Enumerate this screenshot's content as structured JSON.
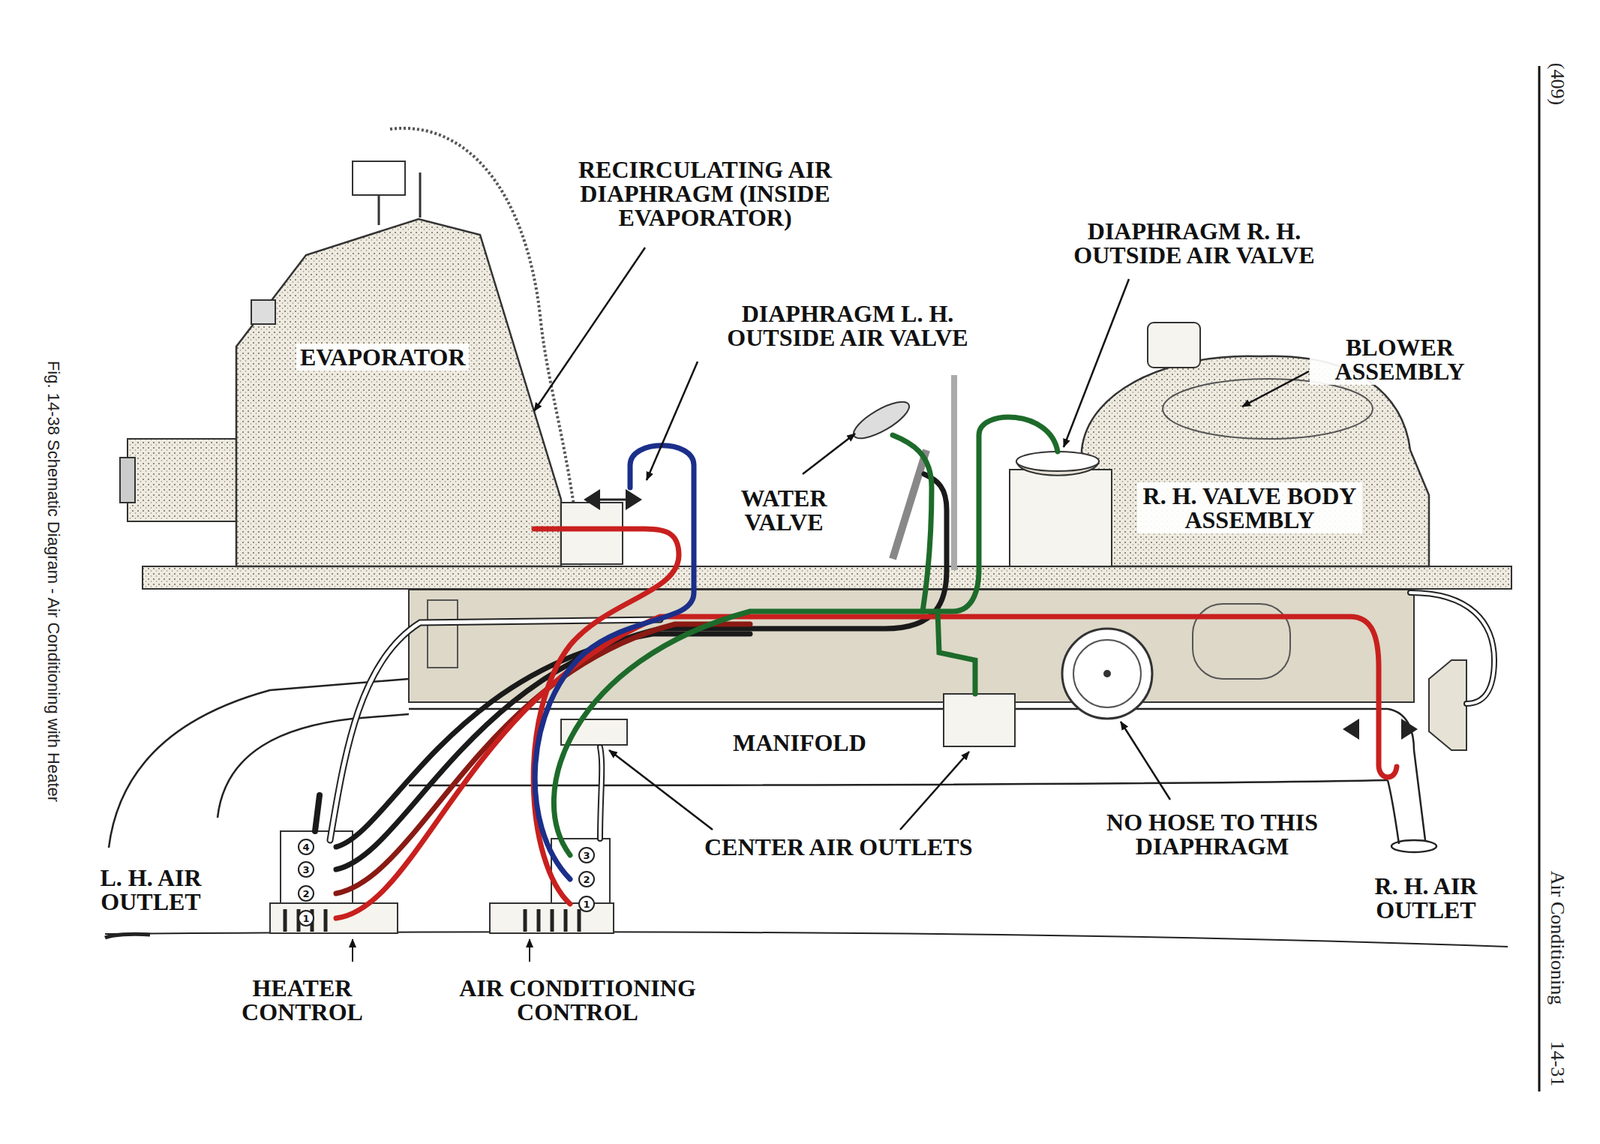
{
  "diagram": {
    "caption": "Fig. 14-38 Schematic Diagram - Air Conditioning with Heater",
    "labels": [
      "RECIRCULATING AIR DIAPHRAGM (INSIDE EVAPORATOR)",
      "EVAPORATOR",
      "DIAPHRAGM L. H. OUTSIDE AIR VALVE",
      "WATER VALVE",
      "DIAPHRAGM R. H. OUTSIDE AIR VALVE",
      "BLOWER ASSEMBLY",
      "R. H. VALVE BODY ASSEMBLY",
      "MANIFOLD",
      "CENTER AIR OUTLETS",
      "NO HOSE TO THIS DIAPHRAGM",
      "L. H. AIR OUTLET",
      "R. H. AIR OUTLET",
      "HEATER CONTROL",
      "AIR CONDITIONING CONTROL",
      "4",
      "3",
      "2",
      "1",
      "3",
      "2",
      "1",
      "(409)",
      "Air Conditioning",
      "14-31"
    ]
  }
}
